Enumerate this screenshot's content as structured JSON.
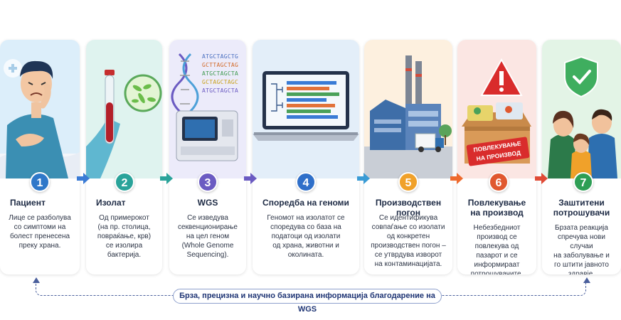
{
  "colors": {
    "arrow_blue": "#3a7bd5",
    "footer_text": "#1e3474",
    "step1": "#2f78c9",
    "step2": "#2aa39a",
    "step3": "#6b5bc2",
    "step4": "#2f6fc9",
    "step5": "#f0a12a",
    "step6": "#e0582f",
    "step7": "#2e9e55"
  },
  "steps": [
    {
      "number": "1",
      "title": "Пациент",
      "description": "Лице се разболува\nсо симптоми на\nболест пренесена\nпреку храна.",
      "icon": "sick-patient-icon"
    },
    {
      "number": "2",
      "title": "Изолат",
      "description": "Од примерокот\n(на пр. столица,\nповраќање, крв)\nсе изолира\nбактерија.",
      "icon": "test-tube-bacteria-icon"
    },
    {
      "number": "3",
      "title": "WGS",
      "description": "Се изведува\nсеквенционирање\nна цел геном\n(Whole Genome\nSequencing).",
      "icon": "dna-sequencer-icon"
    },
    {
      "number": "4",
      "title": "Споредба на геноми",
      "description": "Геномот на изолатот се\nспоредува со база на\nподатоци од изолати\nод храна, животни и\nоколината.",
      "icon": "laptop-tree-icon"
    },
    {
      "number": "5",
      "title": "Производствен погон",
      "description": "Се идентификува\nсовпаѓање со изолати\nод конкретен\nпроизводствен погон –\nсе утврдува изворот\nна контаминацијата.",
      "icon": "factory-icon"
    },
    {
      "number": "6",
      "title": "Повлекување\nна производ",
      "description": "Небезбедниот\nпроизвод се\nповлекува од\nпазарот и се\nинформираат\nпотрошувачите.",
      "icon": "recall-box-icon"
    },
    {
      "number": "7",
      "title": "Заштитени\nпотрошувачи",
      "description": "Брзата реакција\nспречува нови случаи\nна заболување и\nго штити јавното\nздравје.",
      "icon": "family-shield-icon"
    }
  ],
  "dna_sequence": [
    "ATGCTAGCTG",
    "GCTTAGCTAG",
    "ATGCTAGCTA",
    "GCTAGCTAGC",
    "ATGCTAGCTA"
  ],
  "recall_stamp": [
    "ПОВЛЕКУВАЊЕ",
    "НА ПРОИЗВОД"
  ],
  "footer": {
    "text": "Брза, прецизна и научно базирана информација благодарение на WGS"
  }
}
